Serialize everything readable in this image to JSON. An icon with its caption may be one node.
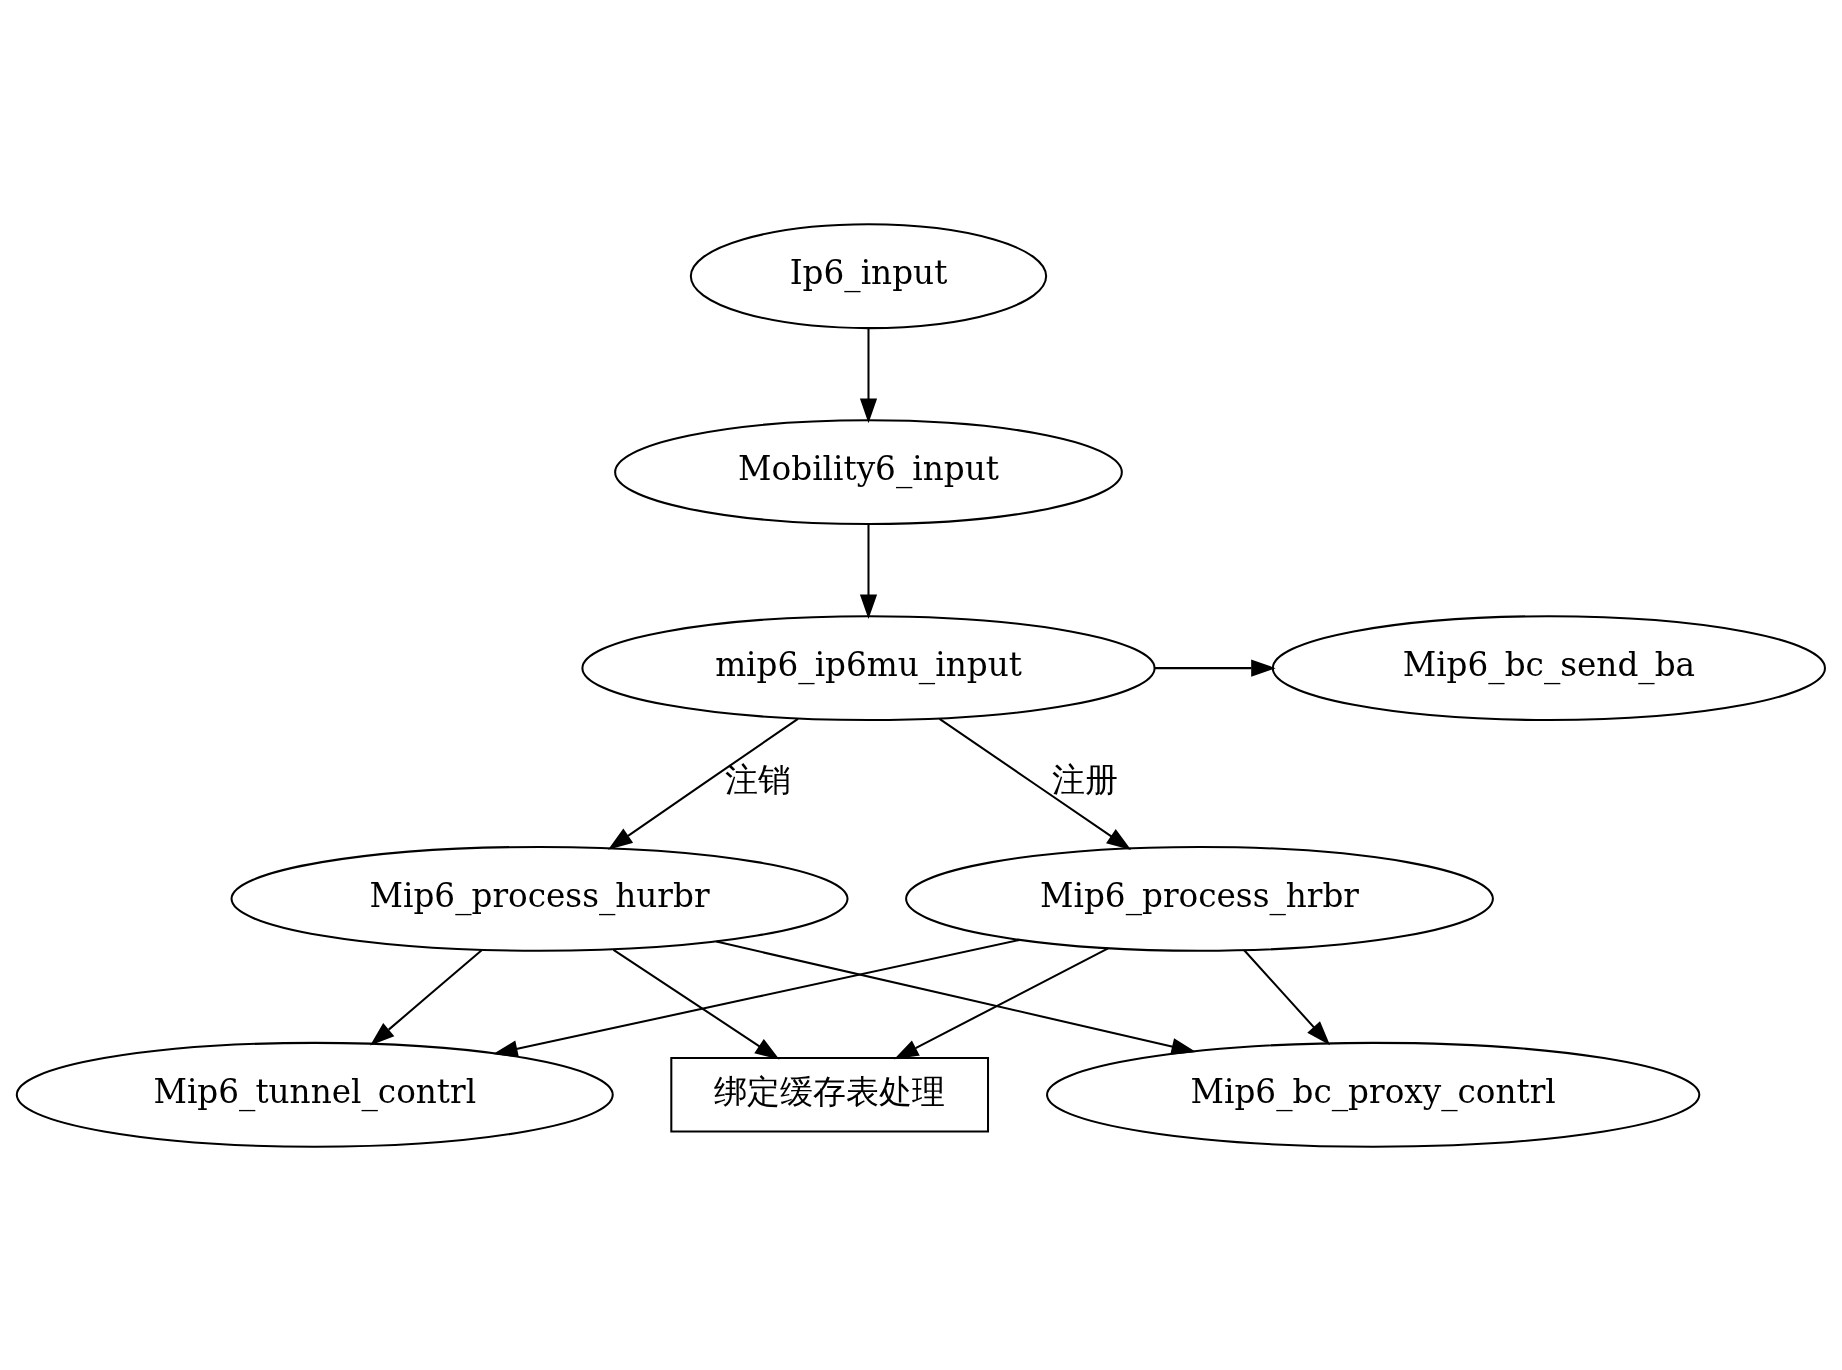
{
  "diagram": {
    "nodes": [
      {
        "text": [
          "Ip6_input"
        ]
      },
      {
        "text": [
          "Mobility6_input"
        ]
      },
      {
        "text": [
          "mip6_ip6mu_input"
        ]
      },
      {
        "text": [
          "Mip6_bc_send_ba"
        ]
      },
      {
        "text": [
          "Mip6_process_hrbr"
        ]
      },
      {
        "text": [
          "Mip6_process_hurbr"
        ]
      },
      {
        "text": [
          "Mip6_tunnel_contrl"
        ]
      },
      {
        "text": [
          "Mip6_bc_proxy_contrl"
        ]
      },
      {
        "text": [
          "绑定缓存表处理"
        ]
      }
    ],
    "edges": [
      {
        "from": 0,
        "to": 1,
        "arrow": "to"
      },
      {
        "from": 1,
        "to": 2,
        "arrow": "to"
      },
      {
        "from": 2,
        "to": 3,
        "arrow": "to"
      },
      {
        "from": 2,
        "to": 4,
        "arrow": "to",
        "label": "注册"
      },
      {
        "from": 2,
        "to": 5,
        "arrow": "to",
        "label": "注销"
      },
      {
        "from": 4,
        "to": 6,
        "arrow": "to"
      },
      {
        "from": 4,
        "to": 8,
        "arrow": "to"
      },
      {
        "from": 4,
        "to": 7,
        "arrow": "to"
      },
      {
        "from": 5,
        "to": 6,
        "arrow": "to"
      },
      {
        "from": 5,
        "to": 7,
        "arrow": "to"
      },
      {
        "from": 5,
        "to": 8,
        "arrow": "to"
      }
    ]
  }
}
